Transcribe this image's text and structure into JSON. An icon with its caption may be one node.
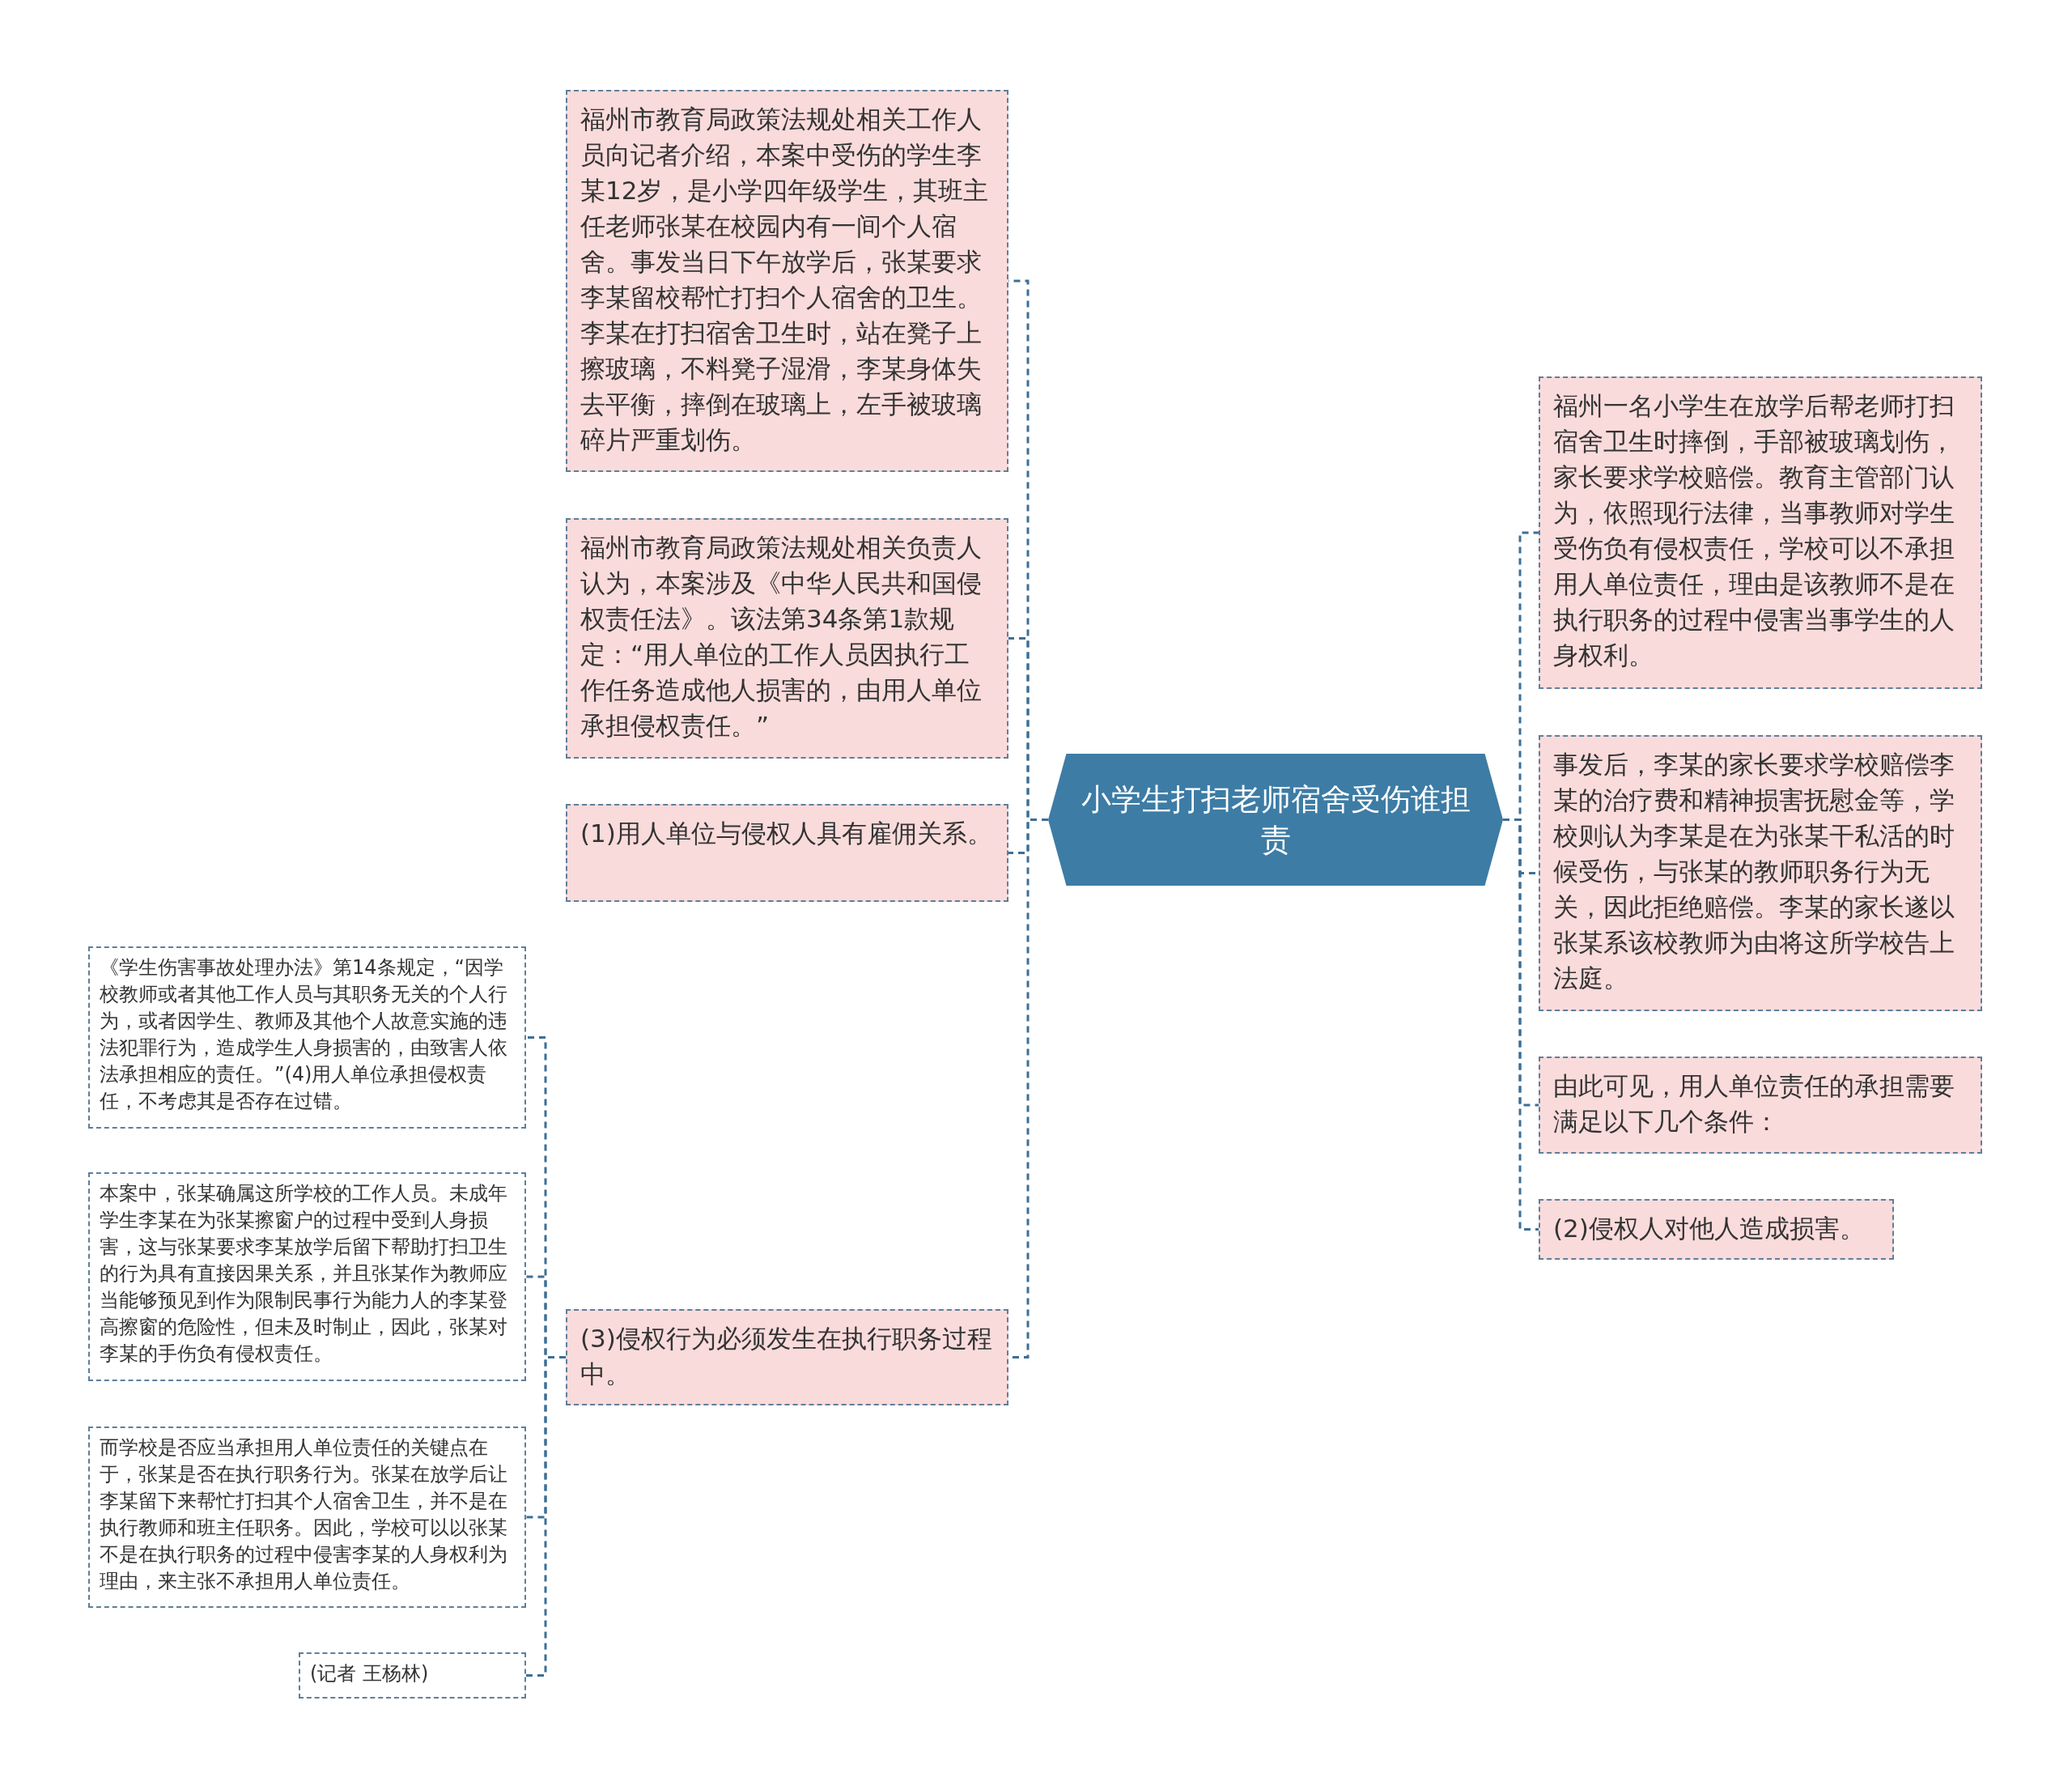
{
  "diagram": {
    "nodes": [
      {
        "text": [
          "小学生打扫老师宿舍受伤谁担责"
        ]
      },
      {
        "text": [
          "福州市教育局政策法规处相关工作人员向记者介绍，本案中受伤的学生李某12岁，是小学四年级学生，其班主任老师张某在校园内有一间个人宿舍。事发当日下午放学后，张某要求李某留校帮忙打扫个人宿舍的卫生。李某在打扫宿舍卫生时，站在凳子上擦玻璃，不料凳子湿滑，李某身体失去平衡，摔倒在玻璃上，左手被玻璃碎片严重划伤。"
        ]
      },
      {
        "text": [
          "福州市教育局政策法规处相关负责人认为，本案涉及《中华人民共和国侵权责任法》。该法第34条第1款规定：“用人单位的工作人员因执行工作任务造成他人损害的，由用人单位承担侵权责任。”"
        ]
      },
      {
        "text": [
          "(1)用人单位与侵权人具有雇佣关系。"
        ]
      },
      {
        "text": [
          "(3)侵权行为必须发生在执行职务过程中。"
        ]
      },
      {
        "text": [
          "《学生伤害事故处理办法》第14条规定，“因学校教师或者其他工作人员与其职务无关的个人行为，或者因学生、教师及其他个人故意实施的违法犯罪行为，造成学生人身损害的，由致害人依法承担相应的责任。”(4)用人单位承担侵权责任，不考虑其是否存在过错。"
        ]
      },
      {
        "text": [
          "本案中，张某确属这所学校的工作人员。未成年学生李某在为张某擦窗户的过程中受到人身损害，这与张某要求李某放学后留下帮助打扫卫生的行为具有直接因果关系，并且张某作为教师应当能够预见到作为限制民事行为能力人的李某登高擦窗的危险性，但未及时制止，因此，张某对李某的手伤负有侵权责任。"
        ]
      },
      {
        "text": [
          "而学校是否应当承担用人单位责任的关键点在于，张某是否在执行职务行为。张某在放学后让李某留下来帮忙打扫其个人宿舍卫生，并不是在执行教师和班主任职务。因此，学校可以以张某不是在执行职务的过程中侵害李某的人身权利为理由，来主张不承担用人单位责任。"
        ]
      },
      {
        "text": [
          "(记者 王杨林)"
        ]
      },
      {
        "text": [
          "福州一名小学生在放学后帮老师打扫宿舍卫生时摔倒，手部被玻璃划伤，家长要求学校赔偿。教育主管部门认为，依照现行法律，当事教师对学生受伤负有侵权责任，学校可以不承担用人单位责任，理由是该教师不是在执行职务的过程中侵害当事学生的人身权利。"
        ]
      },
      {
        "text": [
          "事发后，李某的家长要求学校赔偿李某的治疗费和精神损害抚慰金等，学校则认为李某是在为张某干私活的时候受伤，与张某的教师职务行为无关，因此拒绝赔偿。李某的家长遂以张某系该校教师为由将这所学校告上法庭。"
        ]
      },
      {
        "text": [
          "由此可见，用人单位责任的承担需要满足以下几个条件："
        ]
      },
      {
        "text": [
          "(2)侵权人对他人造成损害。"
        ]
      }
    ],
    "edges": [
      {
        "from": 0,
        "to": 1,
        "arrow": "none"
      },
      {
        "from": 0,
        "to": 2,
        "arrow": "none"
      },
      {
        "from": 0,
        "to": 3,
        "arrow": "none"
      },
      {
        "from": 0,
        "to": 4,
        "arrow": "none"
      },
      {
        "from": 4,
        "to": 5,
        "arrow": "none"
      },
      {
        "from": 4,
        "to": 6,
        "arrow": "none"
      },
      {
        "from": 4,
        "to": 7,
        "arrow": "none"
      },
      {
        "from": 4,
        "to": 8,
        "arrow": "none"
      },
      {
        "from": 0,
        "to": 9,
        "arrow": "none"
      },
      {
        "from": 0,
        "to": 10,
        "arrow": "none"
      },
      {
        "from": 0,
        "to": 11,
        "arrow": "none"
      },
      {
        "from": 0,
        "to": 12,
        "arrow": "none"
      }
    ]
  }
}
